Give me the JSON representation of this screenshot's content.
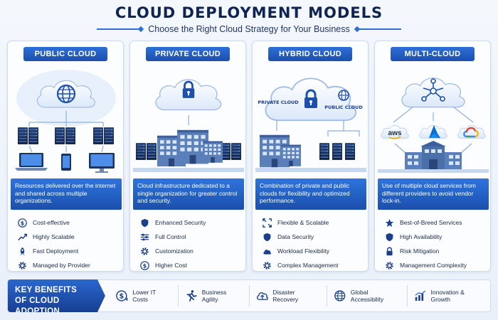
{
  "header": {
    "title": "CLOUD DEPLOYMENT MODELS",
    "subtitle": "Choose the Right Cloud Strategy for Your Business"
  },
  "colors": {
    "accent": "#2f6fd6",
    "dark": "#0f2450",
    "panel_border": "#cfdcef"
  },
  "panels": [
    {
      "title": "PUBLIC CLOUD",
      "description": "Resources delivered over the internet and shared across multiple organizations.",
      "features": [
        {
          "icon": "dollar-icon",
          "label": "Cost-effective"
        },
        {
          "icon": "trend-icon",
          "label": "Highly Scalable"
        },
        {
          "icon": "rocket-icon",
          "label": "Fast Deployment"
        },
        {
          "icon": "gear-icon",
          "label": "Managed by Provider"
        }
      ]
    },
    {
      "title": "PRIVATE CLOUD",
      "description": "Cloud infrastructure dedicated to a single organization for greater control and security.",
      "features": [
        {
          "icon": "shield-icon",
          "label": "Enhanced Security"
        },
        {
          "icon": "sliders-icon",
          "label": "Full Control"
        },
        {
          "icon": "gear-icon",
          "label": "Customization"
        },
        {
          "icon": "dollar-icon",
          "label": "Higher Cost"
        }
      ]
    },
    {
      "title": "HYBRID CLOUD",
      "description": "Combination of private and public clouds for flexibility and optimized performance.",
      "cloud_labels": [
        "PRIVATE CLOUD",
        "PUBLIC CLOUD"
      ],
      "features": [
        {
          "icon": "expand-icon",
          "label": "Flexible & Scalable"
        },
        {
          "icon": "shield-icon",
          "label": "Data Security"
        },
        {
          "icon": "cloud-icon",
          "label": "Workload Flexibility"
        },
        {
          "icon": "gear-icon",
          "label": "Complex Management"
        }
      ]
    },
    {
      "title": "MULTI-CLOUD",
      "description": "Use of multiple cloud services from different providers to avoid vendor lock-in.",
      "providers": [
        "aws",
        "azure",
        "google-cloud"
      ],
      "provider_text": "aws",
      "features": [
        {
          "icon": "star-icon",
          "label": "Best-of-Breed Services"
        },
        {
          "icon": "shield-icon",
          "label": "High Availability"
        },
        {
          "icon": "lock-icon",
          "label": "Risk Mitigation"
        },
        {
          "icon": "gear-icon",
          "label": "Management Complexity"
        }
      ]
    }
  ],
  "benefits": {
    "title_line1": "KEY BENEFITS",
    "title_line2": "OF CLOUD ADOPTION",
    "items": [
      {
        "icon": "dollar-down-icon",
        "label": "Lower IT Costs"
      },
      {
        "icon": "runner-icon",
        "label": "Business Agility"
      },
      {
        "icon": "cloud-upload-icon",
        "label": "Disaster Recovery"
      },
      {
        "icon": "globe-icon",
        "label": "Global Accessibility"
      },
      {
        "icon": "growth-chart-icon",
        "label": "Innovation & Growth"
      }
    ]
  }
}
